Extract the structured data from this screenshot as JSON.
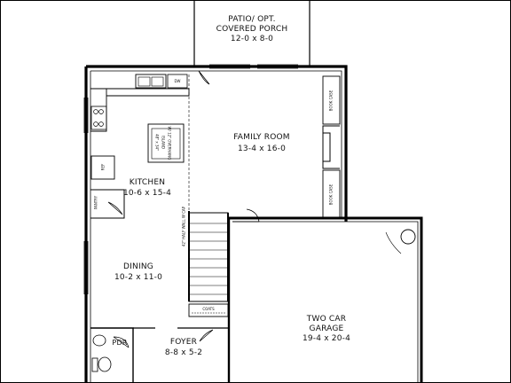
{
  "rooms": {
    "patio": {
      "name_line1": "PATIO/ OPT.",
      "name_line2": "COVERED PORCH",
      "dimensions": "12-0 x 8-0"
    },
    "family_room": {
      "name": "FAMILY ROOM",
      "dimensions": "13-4 x 16-0"
    },
    "kitchen": {
      "name": "KITCHEN",
      "dimensions": "10-6 x 15-4"
    },
    "dining": {
      "name": "DINING",
      "dimensions": "10-2 x 11-0"
    },
    "garage": {
      "name_line1": "TWO CAR",
      "name_line2": "GARAGE",
      "dimensions": "19-4 x 20-4"
    },
    "foyer": {
      "name": "FOYER",
      "dimensions": "8-8 x 5-2"
    },
    "powder": {
      "name": "PDR"
    },
    "pantry": {
      "name": "PANTRY"
    }
  },
  "annotations": {
    "coats": "COATS",
    "dw": "DW",
    "book_case_upper": "BOOK CASE",
    "book_case_lower": "BOOK CASE",
    "half_wall": "42\" HALF WALL W CAP",
    "island_line1": "48\" x 34\"",
    "island_line2": "ISLAND",
    "island_line3": "W/ 12\" OVERHANG",
    "fridge": "REF"
  }
}
